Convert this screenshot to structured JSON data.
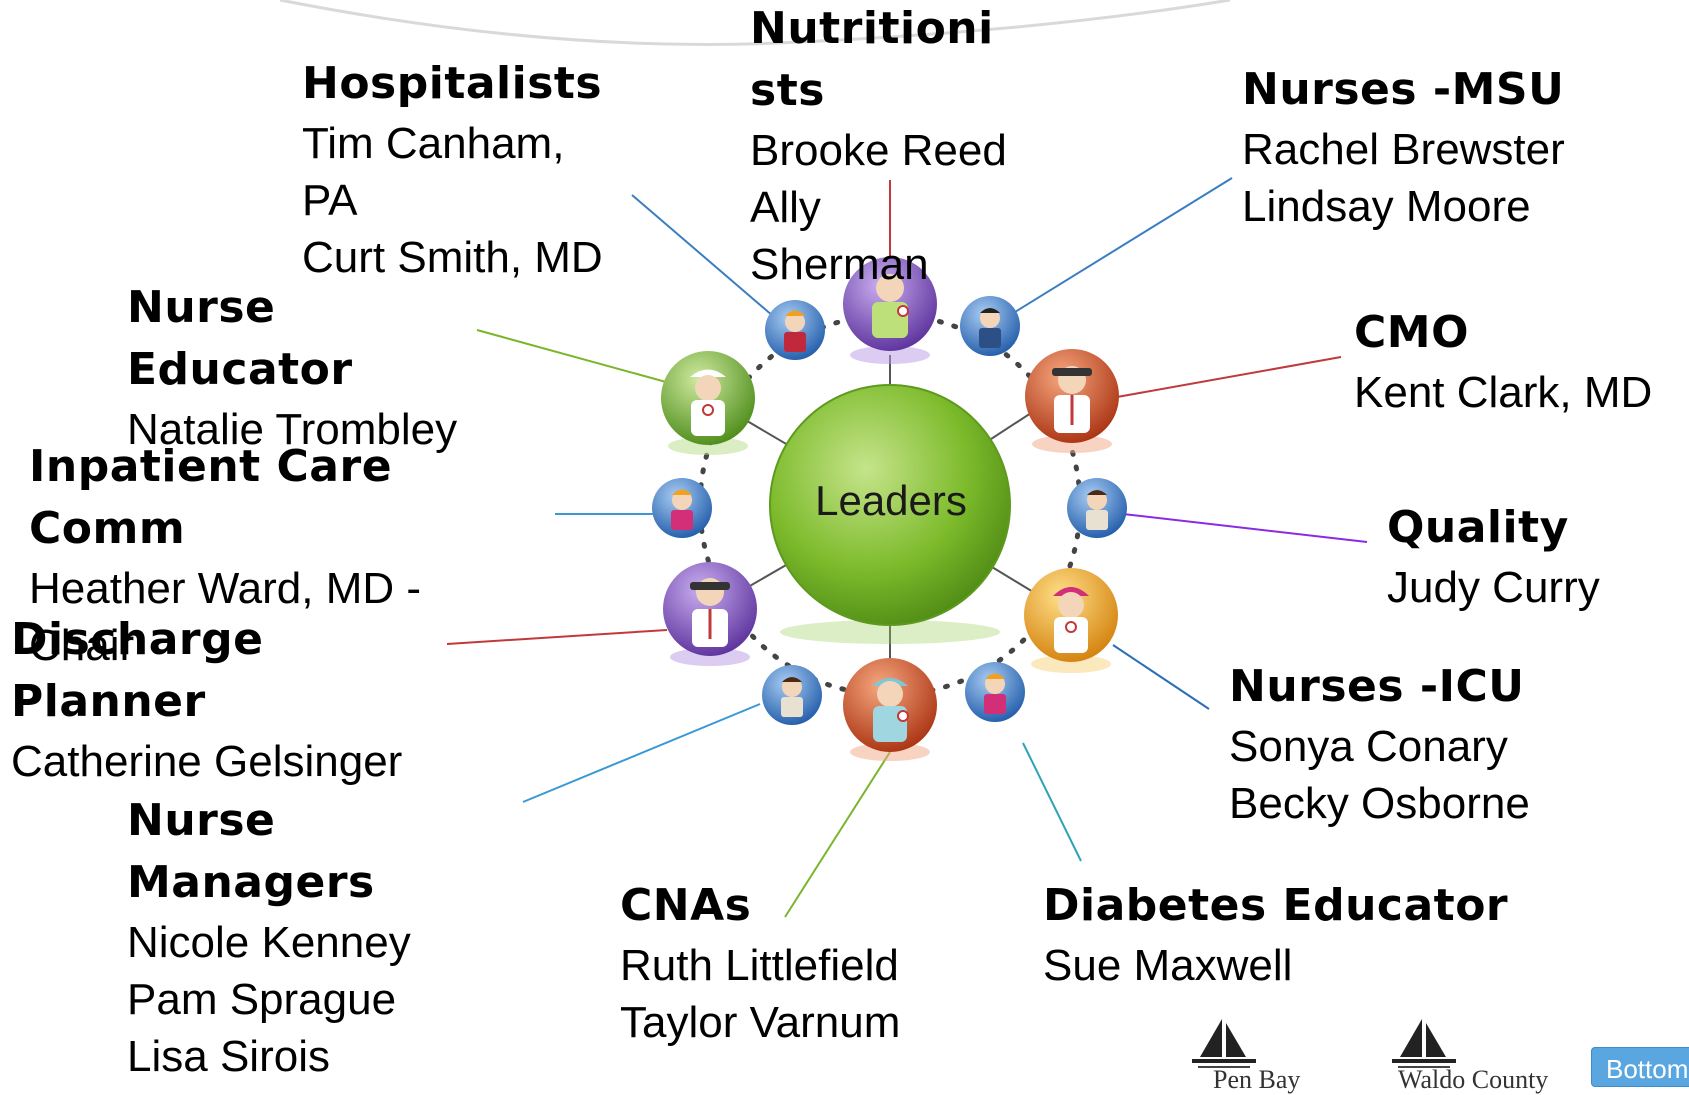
{
  "center": {
    "label": "Leaders"
  },
  "colors": {
    "center_fill": "#7dbb2c",
    "avatar_purple": "#7a4fb5",
    "avatar_blue": "#3a77c8",
    "avatar_red": "#d04a23",
    "avatar_orange": "#f0a11f",
    "avatar_green": "#6fae2b",
    "avatar_pink": "#d22f78"
  },
  "groups": [
    {
      "id": "hospitalists",
      "title": "Hospitalists",
      "names": [
        "Tim Canham,",
        "PA",
        "Curt Smith, MD"
      ]
    },
    {
      "id": "nutritionists",
      "title": "Nutritioni\nsts",
      "names": [
        "Brooke Reed",
        "Ally",
        "Sherman"
      ]
    },
    {
      "id": "nurses-msu",
      "title": "Nurses -MSU",
      "names": [
        "Rachel Brewster",
        "Lindsay Moore"
      ]
    },
    {
      "id": "nurse-educator",
      "title": "Nurse\nEducator",
      "names": [
        "Natalie Trombley"
      ]
    },
    {
      "id": "cmo",
      "title": "CMO",
      "names": [
        "Kent Clark, MD"
      ]
    },
    {
      "id": "inpatient-care",
      "title": "Inpatient Care\nComm",
      "names": [
        "Heather Ward, MD -",
        "Chair"
      ]
    },
    {
      "id": "quality",
      "title": "Quality",
      "names": [
        "Judy Curry"
      ]
    },
    {
      "id": "discharge-planner",
      "title": "Discharge\nPlanner",
      "names": [
        "Catherine Gelsinger"
      ]
    },
    {
      "id": "nurses-icu",
      "title": "Nurses -ICU",
      "names": [
        "Sonya Conary",
        "Becky Osborne"
      ]
    },
    {
      "id": "nurse-managers",
      "title": "Nurse\nManagers",
      "names": [
        "Nicole Kenney",
        "Pam Sprague",
        "Lisa Sirois"
      ]
    },
    {
      "id": "cnas",
      "title": "CNAs",
      "names": [
        "Ruth Littlefield",
        "Taylor Varnum"
      ]
    },
    {
      "id": "diabetes-educator",
      "title": "Diabetes Educator",
      "names": [
        "Sue Maxwell"
      ]
    }
  ],
  "logos": [
    {
      "text": "Pen Bay"
    },
    {
      "text": "Waldo County"
    }
  ],
  "corner_button": {
    "label": "Bottom"
  }
}
